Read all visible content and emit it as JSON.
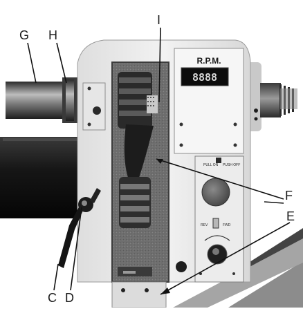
{
  "panel": {
    "rpm_label": "R.P.M.",
    "display_digits": "8888",
    "switch_label_left": "PULL ON",
    "switch_label_right": "PUSH OFF",
    "direction_left": "REV",
    "direction_right": "FWD"
  },
  "callouts": [
    {
      "id": "G",
      "text": "G"
    },
    {
      "id": "H",
      "text": "H"
    },
    {
      "id": "I",
      "text": "I"
    },
    {
      "id": "F",
      "text": "F"
    },
    {
      "id": "E",
      "text": "E"
    },
    {
      "id": "C",
      "text": "C"
    },
    {
      "id": "D",
      "text": "D"
    }
  ]
}
